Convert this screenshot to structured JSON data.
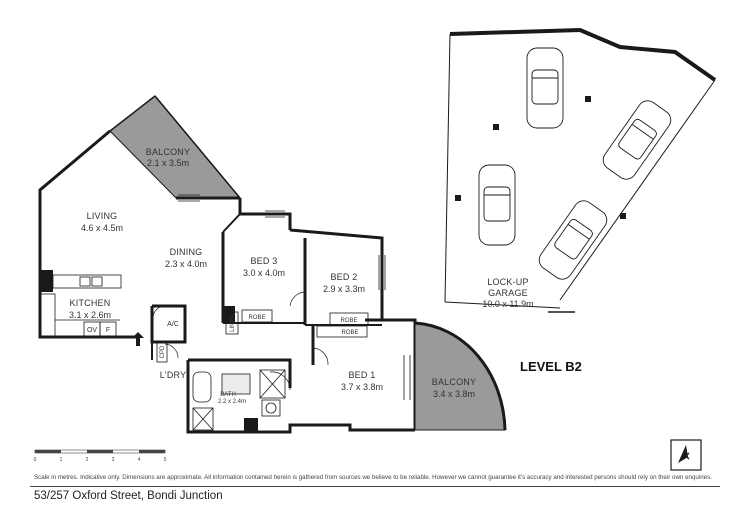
{
  "rooms": {
    "balcony_top": {
      "label": "BALCONY",
      "dims": "2.1 x 3.5m"
    },
    "living": {
      "label": "LIVING",
      "dims": "4.6 x 4.5m"
    },
    "dining": {
      "label": "DINING",
      "dims": "2.3 x 4.0m"
    },
    "kitchen": {
      "label": "KITCHEN",
      "dims": "3.1 x 2.6m"
    },
    "bed3": {
      "label": "BED 3",
      "dims": "3.0 x 4.0m"
    },
    "bed2": {
      "label": "BED 2",
      "dims": "2.9 x 3.3m"
    },
    "bed1": {
      "label": "BED 1",
      "dims": "3.7 x 3.8m"
    },
    "balcony_right": {
      "label": "BALCONY",
      "dims": "3.4 x 3.8m"
    },
    "garage_line1": {
      "label": "LOCK-UP"
    },
    "garage": {
      "label": "GARAGE",
      "dims": "10.0 x 11.9m"
    },
    "laundry": {
      "label": "L'DRY"
    },
    "bath": {
      "label": "BATH",
      "dims": "2.2 x 2.4m"
    }
  },
  "fixtures": {
    "ac": "A/C",
    "ov": "OV",
    "f": "F",
    "robe_bed3": "ROBE",
    "robe_bed2": "ROBE",
    "robe_bed1": "ROBE",
    "linen": "LINEN",
    "cpd": "CPD"
  },
  "level": "LEVEL B2",
  "scale": {
    "ticks": [
      "0",
      "1",
      "2",
      "3",
      "4",
      "5"
    ]
  },
  "disclaimer": "Scale in metres. Indicative only. Dimensions are approximate. All information contained herein is gathered from sources we believe to be reliable. However we cannot guarantee it's accuracy and interested persons should rely on their own enquiries.",
  "address": "53/257 Oxford Street, Bondi Junction",
  "colors": {
    "wall": "#1a1a1a",
    "balcony_fill": "#9a9a9a",
    "background": "#ffffff"
  },
  "icons": {
    "compass": "north-compass-icon",
    "entry": "entry-arrow-icon"
  }
}
